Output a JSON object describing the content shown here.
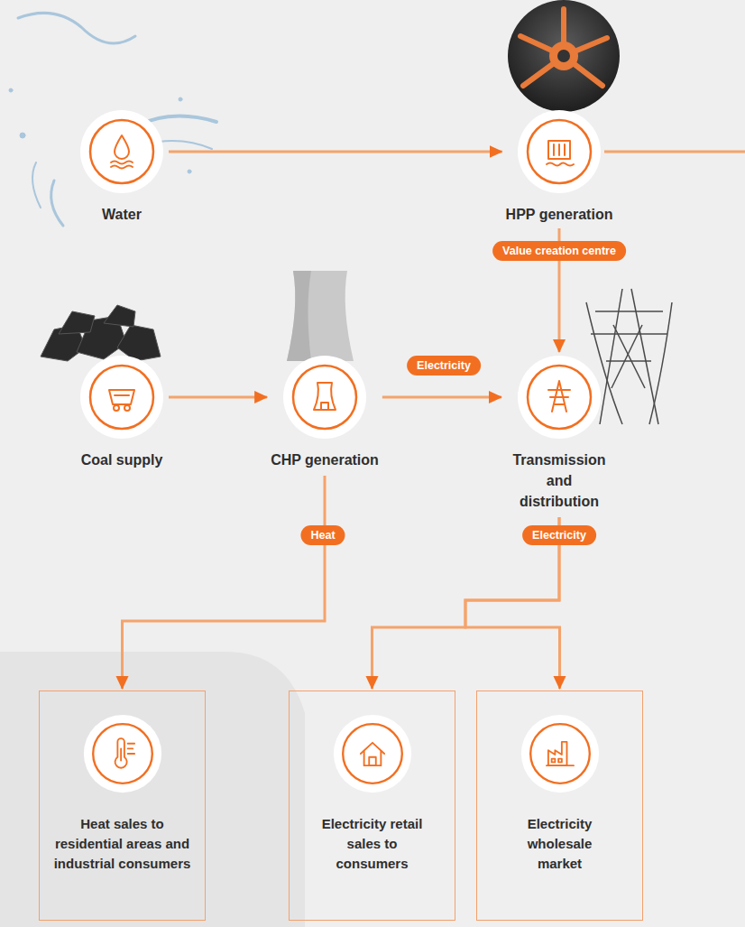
{
  "diagram": {
    "nodes": [
      {
        "text": [
          "Water"
        ]
      },
      {
        "text": [
          "HPP generation"
        ]
      },
      {
        "text": [
          "Coal supply"
        ]
      },
      {
        "text": [
          "CHP generation"
        ]
      },
      {
        "text": [
          "Transmission and distribution"
        ]
      },
      {
        "text": [
          "Heat sales to residential areas and industrial consumers"
        ]
      },
      {
        "text": [
          "Electricity retail sales to consumers"
        ]
      },
      {
        "text": [
          "Electricity wholesale market"
        ]
      }
    ],
    "edges": [
      {
        "from": 0,
        "to": 1,
        "arrow": "to"
      },
      {
        "from": 2,
        "to": 3,
        "arrow": "to"
      },
      {
        "from": 1,
        "to": 4,
        "label": "Value creation centre",
        "arrow": "to"
      },
      {
        "from": 3,
        "to": 4,
        "label": "Electricity",
        "arrow": "to"
      },
      {
        "from": 3,
        "to": 5,
        "label": "Heat",
        "arrow": "to"
      },
      {
        "from": 4,
        "to": 6,
        "label": "Electricity",
        "arrow": "to"
      },
      {
        "from": 4,
        "to": 7,
        "arrow": "to"
      }
    ]
  }
}
